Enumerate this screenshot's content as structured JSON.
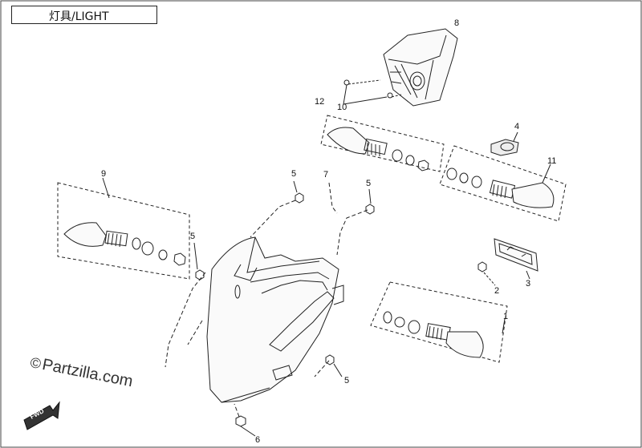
{
  "title": "灯具/LIGHT",
  "watermark": {
    "text": "Partzilla.com",
    "copyright_symbol": "©"
  },
  "badge": {
    "text": "FWD"
  },
  "callouts": {
    "c1": "1",
    "c2": "2",
    "c3": "3",
    "c4": "4",
    "c5a": "5",
    "c5b": "5",
    "c5c": "5",
    "c5d": "5",
    "c6": "6",
    "c7": "7",
    "c8": "8",
    "c9": "9",
    "c10": "10",
    "c11": "11",
    "c12": "12"
  },
  "colors": {
    "line": "#222222",
    "background": "#ffffff"
  }
}
